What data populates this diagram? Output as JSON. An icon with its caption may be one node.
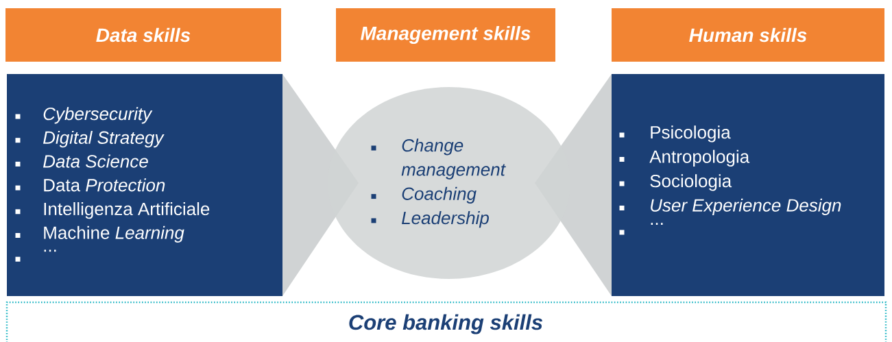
{
  "diagram": {
    "nodes": [
      {
        "text": [
          "Data skills"
        ]
      },
      {
        "text": [
          "Management skills"
        ]
      },
      {
        "text": [
          "Human skills"
        ]
      },
      {
        "text": [
          "Cybersecurity",
          "Digital Strategy",
          "Data Science",
          "Data *Protection*",
          "Intelligenza Artificiale",
          "Machine *Learning*",
          "..."
        ]
      },
      {
        "text": [
          "Change management",
          "Coaching",
          "Leadership"
        ]
      },
      {
        "text": [
          "Psicologia",
          "Antropologia",
          "Sociologia",
          "User Experience Design",
          "..."
        ]
      },
      {
        "text": [
          "Core banking skills"
        ]
      }
    ]
  }
}
